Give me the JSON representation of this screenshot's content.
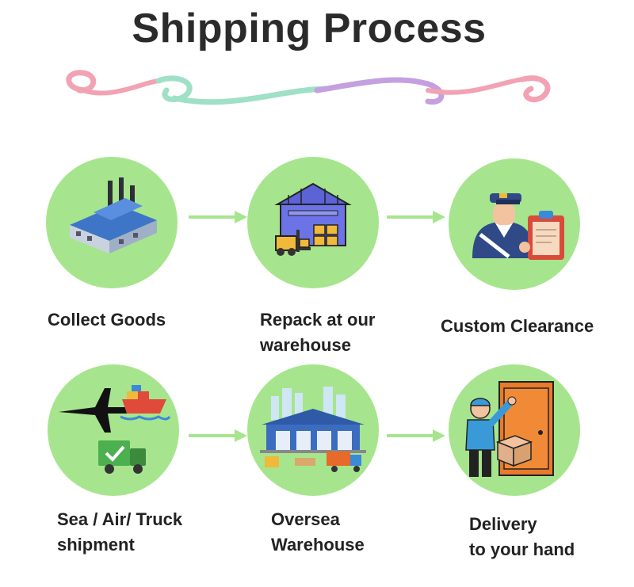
{
  "title": "Shipping Process",
  "colors": {
    "circle": "#a6e58d",
    "arrow": "#a6e58d",
    "title": "#2b2b2b",
    "flourish_pink": "#f2a3b3",
    "flourish_mint": "#9fe0c6",
    "flourish_purple": "#c4a0e0"
  },
  "steps": [
    {
      "icon": "factory-icon",
      "line1": "Collect Goods",
      "line2": ""
    },
    {
      "icon": "warehouse-forklift-icon",
      "line1": "Repack at our",
      "line2": "warehouse"
    },
    {
      "icon": "customs-officer-icon",
      "line1": "Custom Clearance",
      "line2": ""
    },
    {
      "icon": "plane-ship-truck-icon",
      "line1": "Sea / Air/ Truck",
      "line2": "shipment"
    },
    {
      "icon": "oversea-warehouse-icon",
      "line1": "Oversea",
      "line2": "Warehouse"
    },
    {
      "icon": "delivery-person-icon",
      "line1": "Delivery",
      "line2": "to your hand"
    }
  ]
}
